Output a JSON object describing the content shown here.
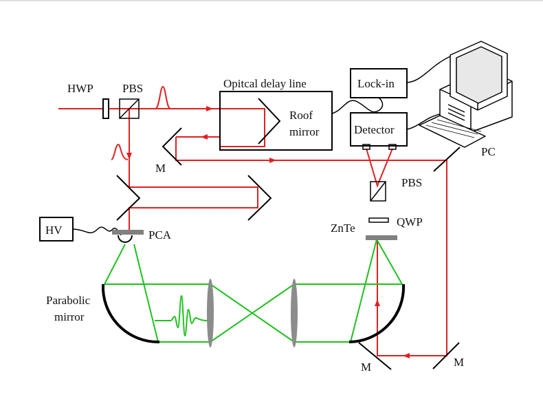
{
  "labels": {
    "hwp": "HWP",
    "pbs_top": "PBS",
    "delay_line": "Opitcal delay line",
    "roof_1": "Roof",
    "roof_2": "mirror",
    "lockin": "Lock-in",
    "detector": "Detector",
    "pc": "PC",
    "m_top": "M",
    "pbs_right": "PBS",
    "qwp": "QWP",
    "znte": "ZnTe",
    "hv": "HV",
    "pca": "PCA",
    "parabolic_1": "Parabolic",
    "parabolic_2": "mirror",
    "m_bottom_left": "M",
    "m_bottom_right": "M"
  },
  "colors": {
    "laser": "#e02020",
    "thz": "#1fc01f",
    "optic": "#000000",
    "lens": "#8c8c8c",
    "pca_plate": "#808080"
  }
}
